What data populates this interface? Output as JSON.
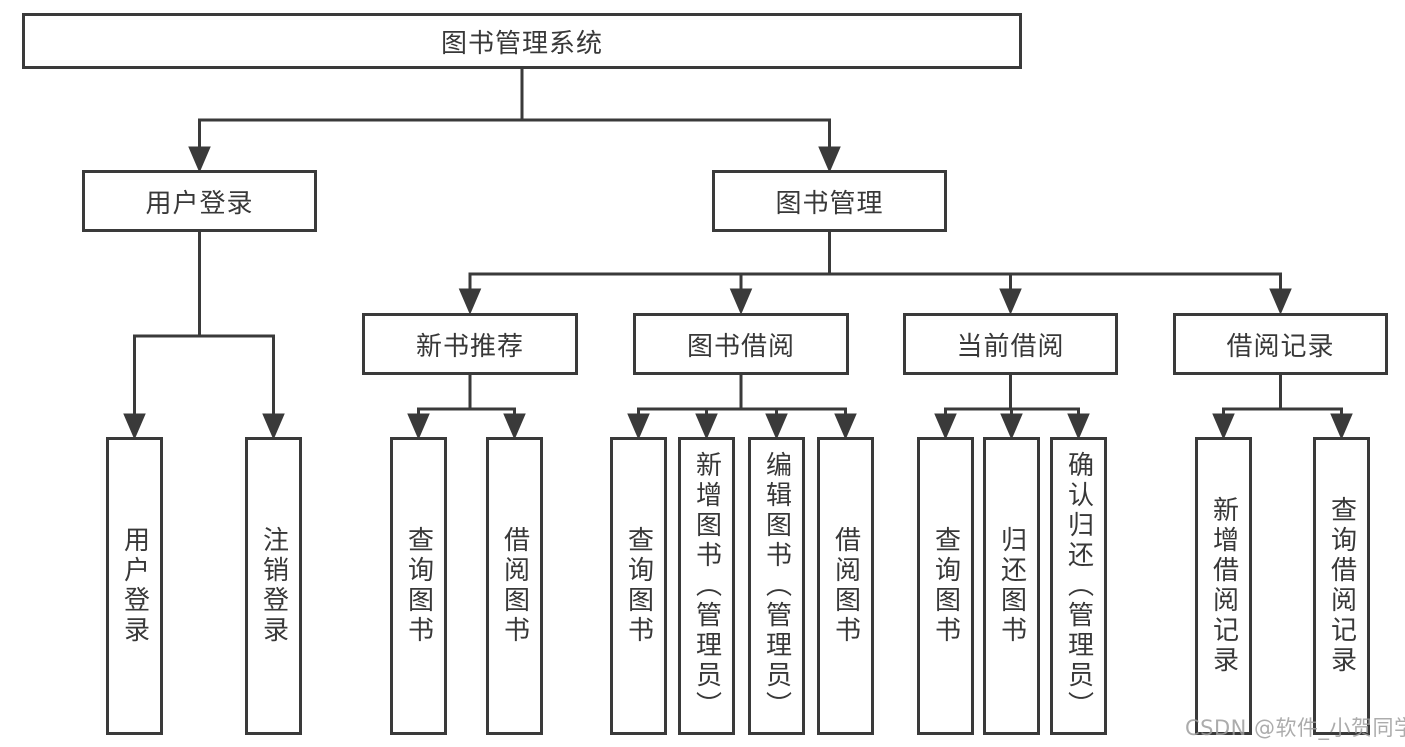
{
  "tree": {
    "root": "图书管理系统",
    "user": {
      "label": "用户登录",
      "children": [
        "用户登录",
        "注销登录"
      ]
    },
    "management": {
      "label": "图书管理",
      "groups": [
        {
          "label": "新书推荐",
          "children": [
            "查询图书",
            "借阅图书"
          ]
        },
        {
          "label": "图书借阅",
          "children": [
            "查询图书",
            "新增图书（管理员）",
            "编辑图书（管理员）",
            "借阅图书"
          ]
        },
        {
          "label": "当前借阅",
          "children": [
            "查询图书",
            "归还图书",
            "确认归还（管理员）"
          ]
        },
        {
          "label": "借阅记录",
          "children": [
            "新增借阅记录",
            "查询借阅记录"
          ]
        }
      ]
    }
  },
  "watermark": "CSDN @软件_小贺同学",
  "colors": {
    "line": "#3a3a3a",
    "text": "#383838",
    "background": "#ffffff",
    "watermark": "#9e9e9e"
  }
}
